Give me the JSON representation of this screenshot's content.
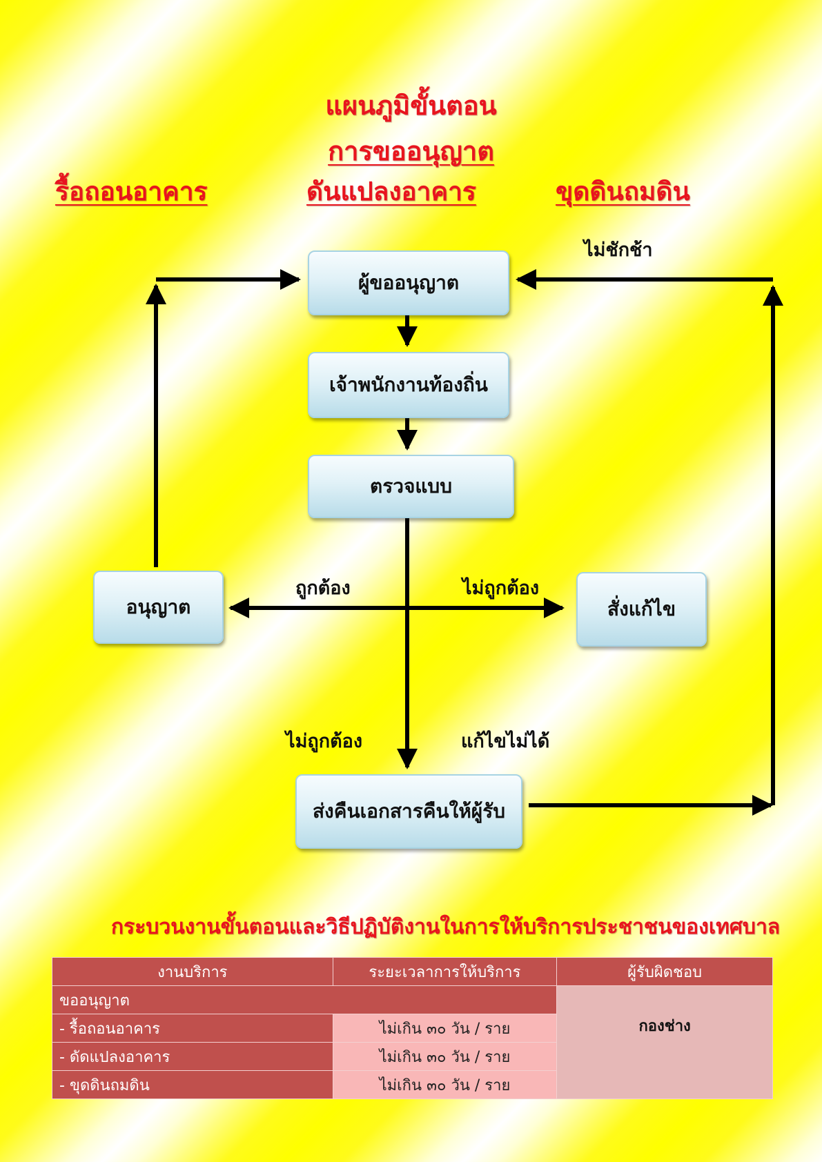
{
  "header": {
    "title": "แผนภูมิขั้นตอน",
    "subtitle": "การขออนุญาต",
    "categories": [
      "รื้อถอนอาคาร",
      "ดันแปลงอาคาร",
      "ขุดดินถมดิน"
    ]
  },
  "flowchart": {
    "nodes": {
      "applicant": "ผู้ขออนุญาต",
      "officer": "เจ้าพนักงานท้องถิ่น",
      "inspect": "ตรวจแบบ",
      "permit": "อนุญาต",
      "order_fix": "สั่งแก้ไข",
      "return_docs": "ส่งคืนเอกสารคืนให้ผู้รับ"
    },
    "edge_labels": {
      "no_delay": "ไม่ชักช้า",
      "correct": "ถูกต้อง",
      "incorrect_right": "ไม่ถูกต้อง",
      "incorrect_down": "ไม่ถูกต้อง",
      "cannot_fix": "แก้ไขไม่ได้"
    }
  },
  "process_heading": "กระบวนงานขั้นตอนและวิธีปฏิบัติงานในการให้บริการประชาชนของเทศบาล",
  "service_table": {
    "headers": [
      "งานบริการ",
      "ระยะเวลาการให้บริการ",
      "ผู้รับผิดชอบ"
    ],
    "category": "ขออนุญาต",
    "responsible": "กองช่าง",
    "rows": [
      {
        "service": "- รื้อถอนอาคาร",
        "time": "ไม่เกิน ๓๐ วัน / ราย"
      },
      {
        "service": "- ดัดแปลงอาคาร",
        "time": "ไม่เกิน ๓๐ วัน / ราย"
      },
      {
        "service": "- ขุดดินถมดิน",
        "time": "ไม่เกิน ๓๐ วัน / ราย"
      }
    ]
  }
}
